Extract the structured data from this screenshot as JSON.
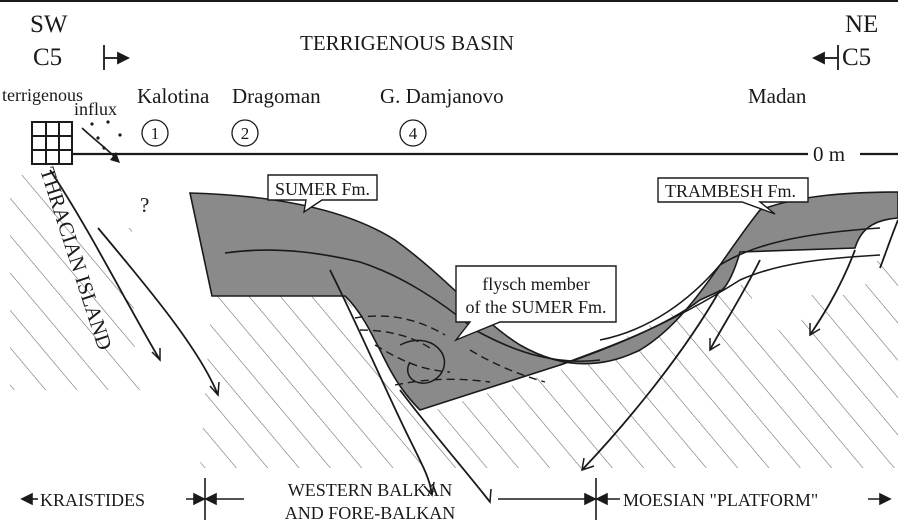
{
  "section": {
    "left_side": "SW",
    "right_side": "NE",
    "left_code": "C5",
    "right_code": "C5",
    "title": "TERRIGENOUS BASIN"
  },
  "influx": {
    "line1": "terrigenous",
    "line2": "influx"
  },
  "localities": [
    {
      "name": "Kalotina",
      "number": "1"
    },
    {
      "name": "Dragoman",
      "number": "2"
    },
    {
      "name": "G. Damjanovo",
      "number": "4"
    },
    {
      "name": "Madan",
      "number": ""
    }
  ],
  "sea_level": "0 m",
  "unknown_mark": "?",
  "island": "THRACIAN ISLAND",
  "formations": {
    "sumer": "SUMER Fm.",
    "trambesh": "TRAMBESH Fm.",
    "flysch_line1": "flysch member",
    "flysch_line2": "of the SUMER Fm."
  },
  "zones": {
    "left": "KRAISTIDES",
    "middle_line1": "WESTERN BALKAN",
    "middle_line2": "AND FORE-BALKAN",
    "right": "MOESIAN \"PLATFORM\""
  },
  "colors": {
    "sediment_fill": "#8a8a8a",
    "ink": "#1a1a1a",
    "hatch": "#555555"
  }
}
